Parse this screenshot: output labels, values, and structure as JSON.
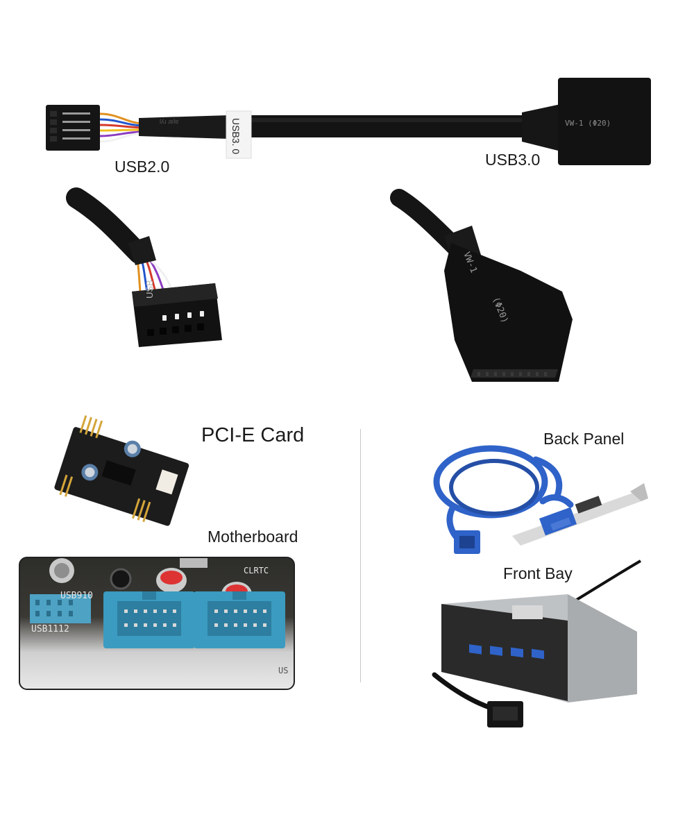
{
  "cable": {
    "left_label": "USB2.0",
    "right_label": "USB3.0",
    "sleeve_label": "USB3. 0",
    "connector_marking": "VW-1 (Φ20)",
    "usb2_header_marking": "USB",
    "usb3_header_marking_a": "VW-1",
    "usb3_header_marking_b": "(Φ20)"
  },
  "sections": {
    "pcie_label": "PCI-E Card",
    "motherboard_label": "Motherboard",
    "back_panel_label": "Back Panel",
    "front_bay_label": "Front Bay"
  },
  "motherboard_photo": {
    "silk_usb910": "USB910",
    "silk_usb1112": "USB1112",
    "silk_clrtc": "CLRTC",
    "silk_edge": "US"
  },
  "colors": {
    "cable_black": "#141414",
    "usb3_blue": "#2f63c9",
    "header_blue": "#3b9bc0",
    "pcb_black": "#1c1c1c",
    "bracket_silver": "#d9d9d9"
  }
}
